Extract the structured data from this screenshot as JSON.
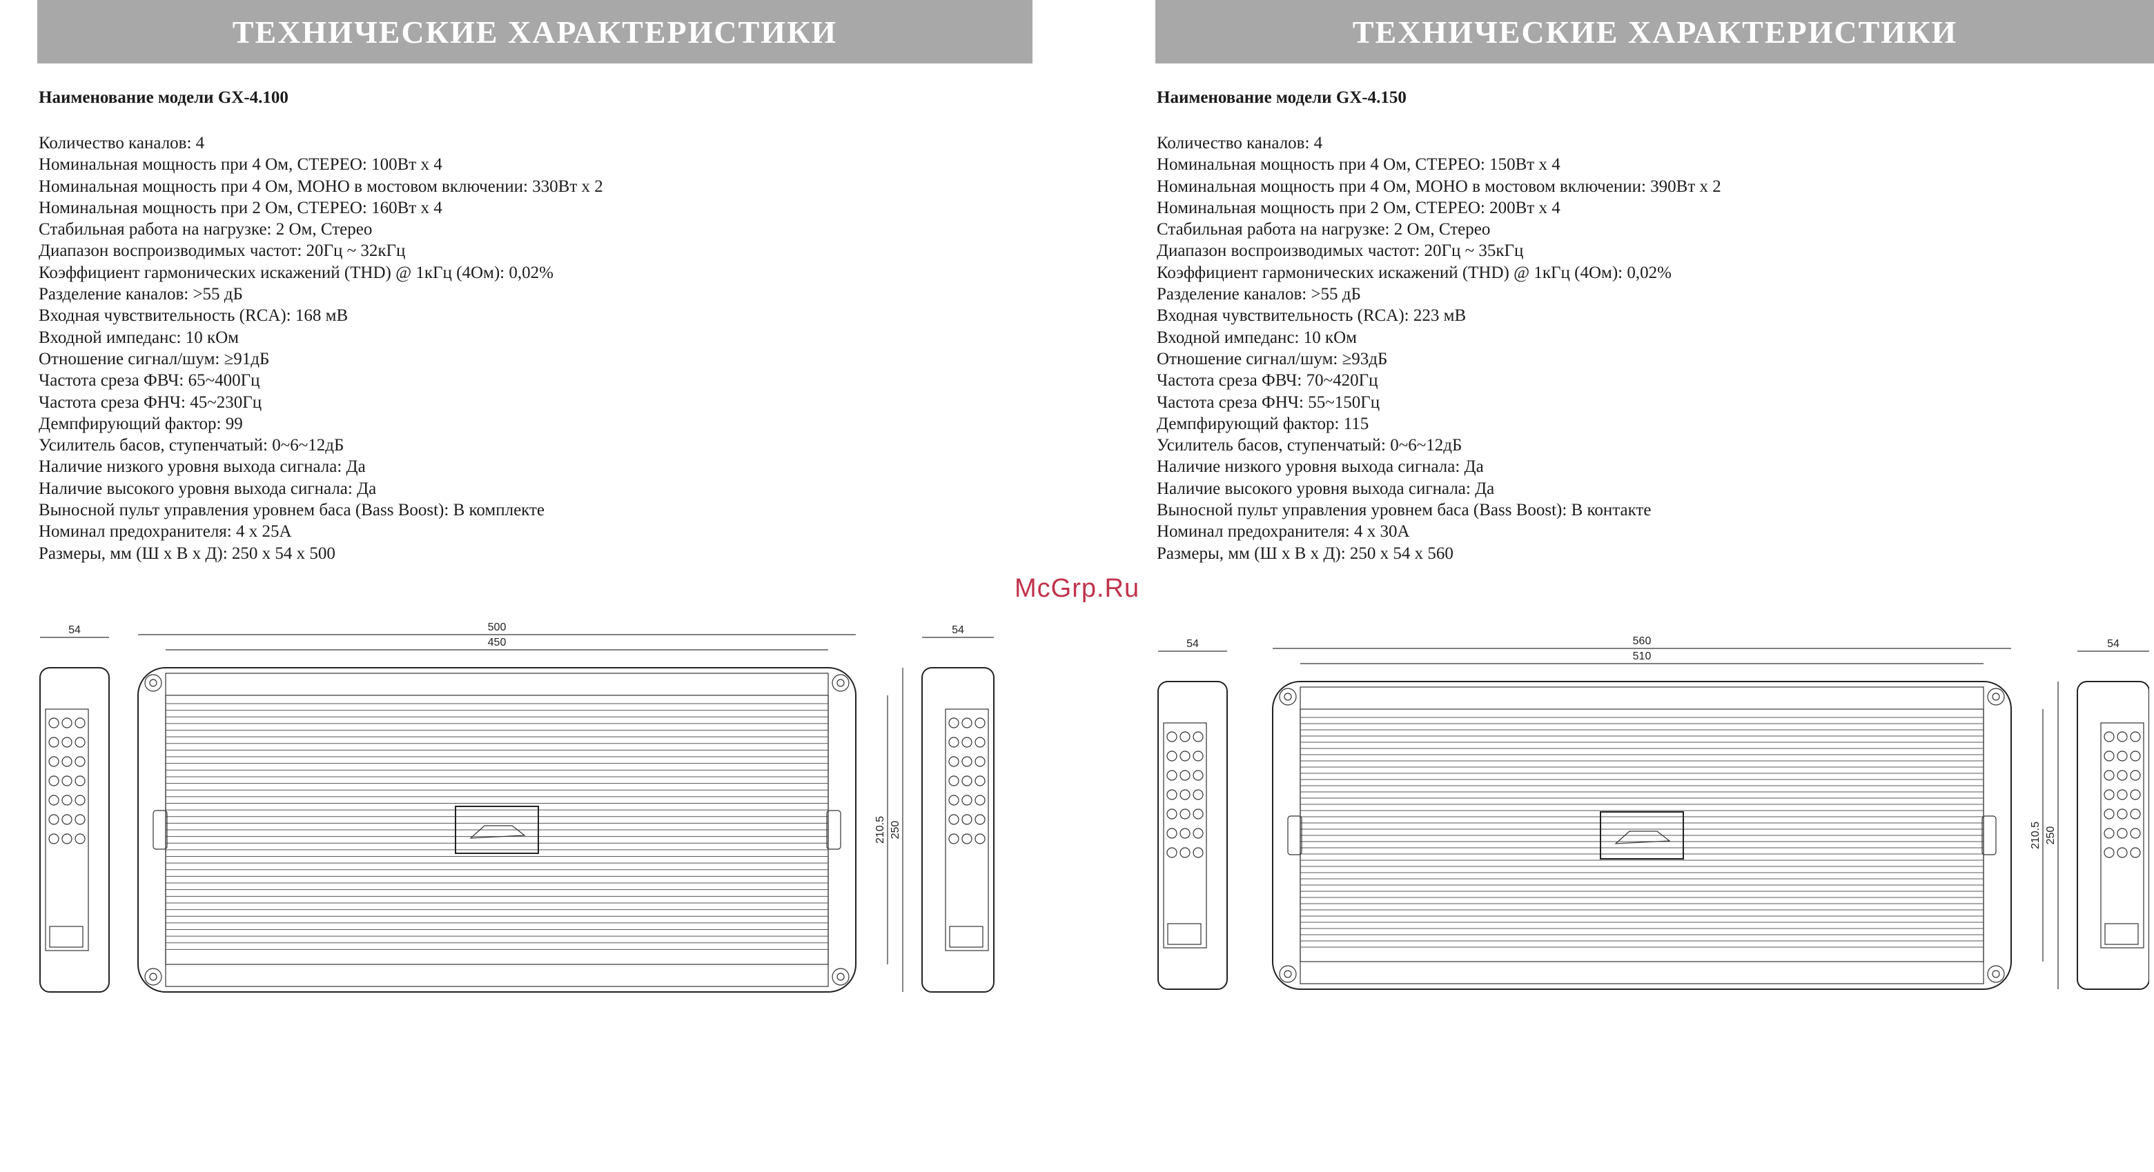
{
  "watermark": "McGrp.Ru",
  "pages": [
    {
      "banner": "ТЕХНИЧЕСКИЕ ХАРАКТЕРИСТИКИ",
      "model": "Наименование модели GX-4.100",
      "specs": [
        "Количество каналов: 4",
        "Номинальная мощность при 4 Ом, СТЕРЕО: 100Вт х 4",
        "Номинальная мощность при 4 Ом, МОНО в мостовом включении: 330Вт х 2",
        "Номинальная мощность при 2 Ом, СТЕРЕО: 160Вт х 4",
        "Стабильная работа на нагрузке: 2 Ом, Стерео",
        "Диапазон воспроизводимых частот: 20Гц ~ 32кГц",
        "Коэффициент гармонических искажений (THD) @ 1кГц (4Ом): 0,02%",
        "Разделение каналов: >55 дБ",
        "Входная чувствительность (RCA): 168 мВ",
        "Входной импеданс: 10 кОм",
        "Отношение сигнал/шум: ≥91дБ",
        "Частота среза ФВЧ: 65~400Гц",
        "Частота среза ФНЧ: 45~230Гц",
        "Демпфирующий фактор: 99",
        "Усилитель басов, ступенчатый: 0~6~12дБ",
        "Наличие низкого уровня выхода сигнала: Да",
        "Наличие высокого уровня выхода сигнала: Да",
        "Выносной пульт управления уровнем баса (Bass Boost): В комплекте",
        "Номинал предохранителя: 4 х 25А",
        "Размеры, мм (Ш х В х Д): 250 х 54 х 500"
      ],
      "dims": {
        "side_left": "54",
        "length_outer": "500",
        "length_inner": "450",
        "side_right": "54",
        "height_inner": "210.5",
        "height_outer": "250"
      }
    },
    {
      "banner": "ТЕХНИЧЕСКИЕ ХАРАКТЕРИСТИКИ",
      "model": "Наименование модели GX-4.150",
      "specs": [
        "Количество каналов: 4",
        "Номинальная мощность при 4 Ом, СТЕРЕО: 150Вт х 4",
        "Номинальная мощность при 4 Ом, МОНО в мостовом включении: 390Вт х 2",
        "Номинальная мощность при 2 Ом, СТЕРЕО: 200Вт х 4",
        "Стабильная работа на нагрузке: 2 Ом, Стерео",
        "Диапазон воспроизводимых частот: 20Гц ~ 35кГц",
        "Коэффициент гармонических искажений (THD) @ 1кГц (4Ом): 0,02%",
        "Разделение каналов: >55 дБ",
        "Входная чувствительность (RCA): 223 мВ",
        "Входной импеданс: 10 кОм",
        "Отношение сигнал/шум: ≥93дБ",
        "Частота среза ФВЧ: 70~420Гц",
        "Частота среза ФНЧ: 55~150Гц",
        "Демпфирующий фактор: 115",
        "Усилитель басов, ступенчатый: 0~6~12дБ",
        "Наличие низкого уровня выхода сигнала: Да",
        "Наличие высокого уровня выхода сигнала: Да",
        "Выносной пульт управления уровнем баса (Bass Boost): В контакте",
        "Номинал предохранителя: 4 х 30А",
        "Размеры, мм (Ш х В х Д): 250 х 54 х 560"
      ],
      "dims": {
        "side_left": "54",
        "length_outer": "560",
        "length_inner": "510",
        "side_right": "54",
        "height_inner": "210.5",
        "height_outer": "250"
      }
    }
  ]
}
